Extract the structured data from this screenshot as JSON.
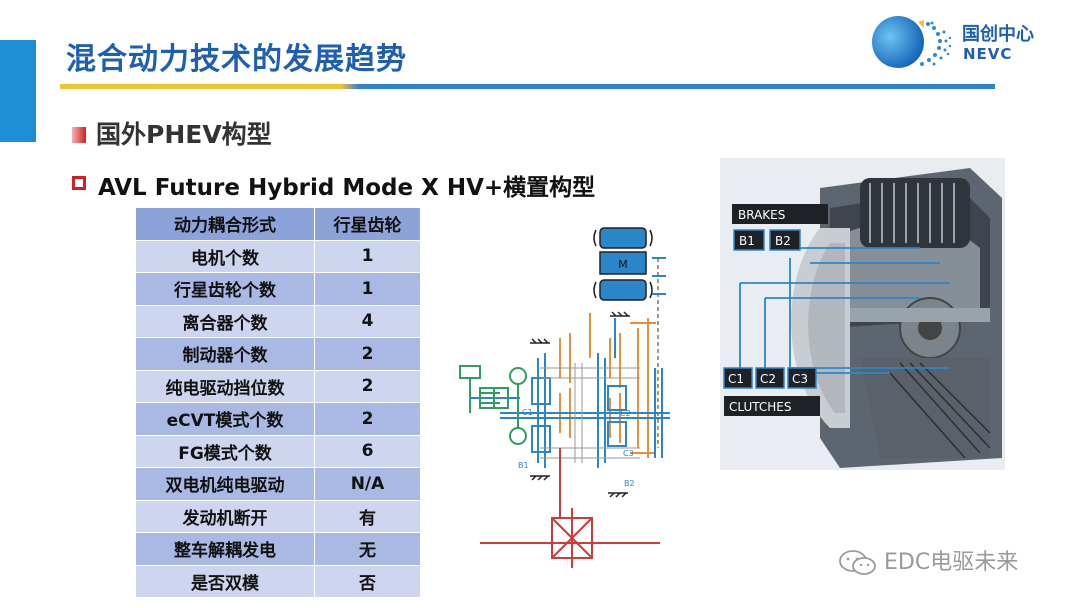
{
  "header": {
    "title": "混合动力技术的发展趋势",
    "logo_cn": "国创中心",
    "logo_en": "NEVC"
  },
  "section": {
    "heading": "国外PHEV构型",
    "subheading": "AVL Future Hybrid Mode X HV+横置构型"
  },
  "table": {
    "header": [
      "动力耦合形式",
      "行星齿轮"
    ],
    "rows": [
      [
        "电机个数",
        "1"
      ],
      [
        "行星齿轮个数",
        "1"
      ],
      [
        "离合器个数",
        "4"
      ],
      [
        "制动器个数",
        "2"
      ],
      [
        "纯电驱动挡位数",
        "2"
      ],
      [
        "eCVT模式个数",
        "2"
      ],
      [
        "FG模式个数",
        "6"
      ],
      [
        "双电机纯电驱动",
        "N/A"
      ],
      [
        "发动机断开",
        "有"
      ],
      [
        "整车解耦发电",
        "无"
      ],
      [
        "是否双模",
        "否"
      ]
    ]
  },
  "schematic": {
    "motor_label": "M",
    "labels": [
      "C1",
      "C2",
      "C3",
      "B1",
      "B2"
    ]
  },
  "photo": {
    "brakes": "BRAKES",
    "b1": "B1",
    "b2": "B2",
    "c1": "C1",
    "c2": "C2",
    "c3": "C3",
    "clutches": "CLUTCHES"
  },
  "watermark": "EDC电驱未来",
  "colors": {
    "title_blue": "#1f5fb3",
    "accent_yellow": "#f2c230",
    "accent_red": "#d21f1f",
    "table_header": "#8da2d9"
  }
}
